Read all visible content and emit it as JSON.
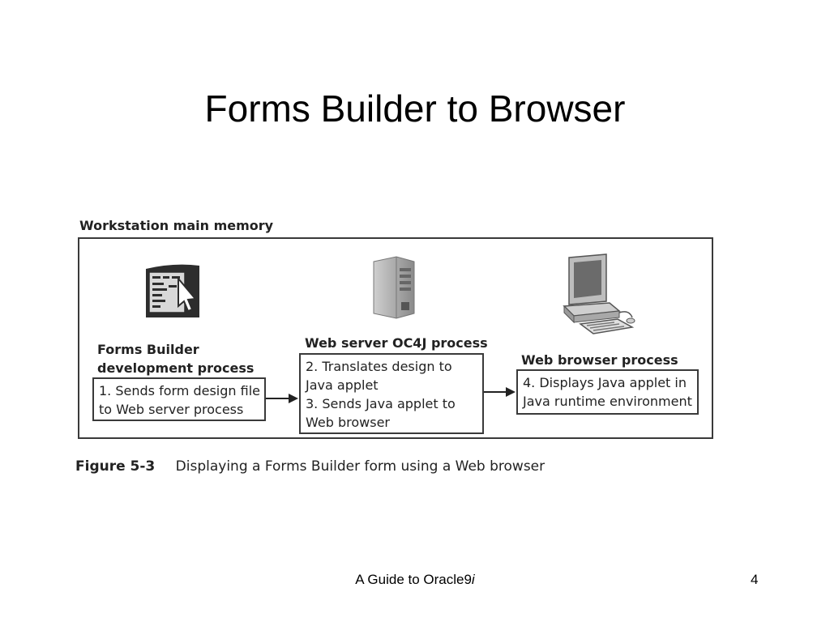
{
  "slide": {
    "title": "Forms Builder to Browser",
    "footer_text": "A Guide to Oracle9",
    "footer_italic": "i",
    "page_number": "4"
  },
  "figure": {
    "container_label": "Workstation main memory",
    "processes": [
      {
        "label_lines": [
          "Forms Builder",
          "development process"
        ],
        "icon": "forms-builder-icon",
        "steps": [
          "1. Sends form design file",
          "to Web server process"
        ]
      },
      {
        "label_lines": [
          "Web server OC4J process"
        ],
        "icon": "web-server-icon",
        "steps": [
          "2. Translates design to",
          "Java applet",
          "3. Sends Java applet to",
          "Web browser"
        ]
      },
      {
        "label_lines": [
          "Web browser process"
        ],
        "icon": "computer-icon",
        "steps": [
          "4. Displays Java applet in",
          "Java runtime environment"
        ]
      }
    ],
    "caption_number": "Figure 5-3",
    "caption_text": "Displaying a Forms Builder form using a Web browser"
  }
}
